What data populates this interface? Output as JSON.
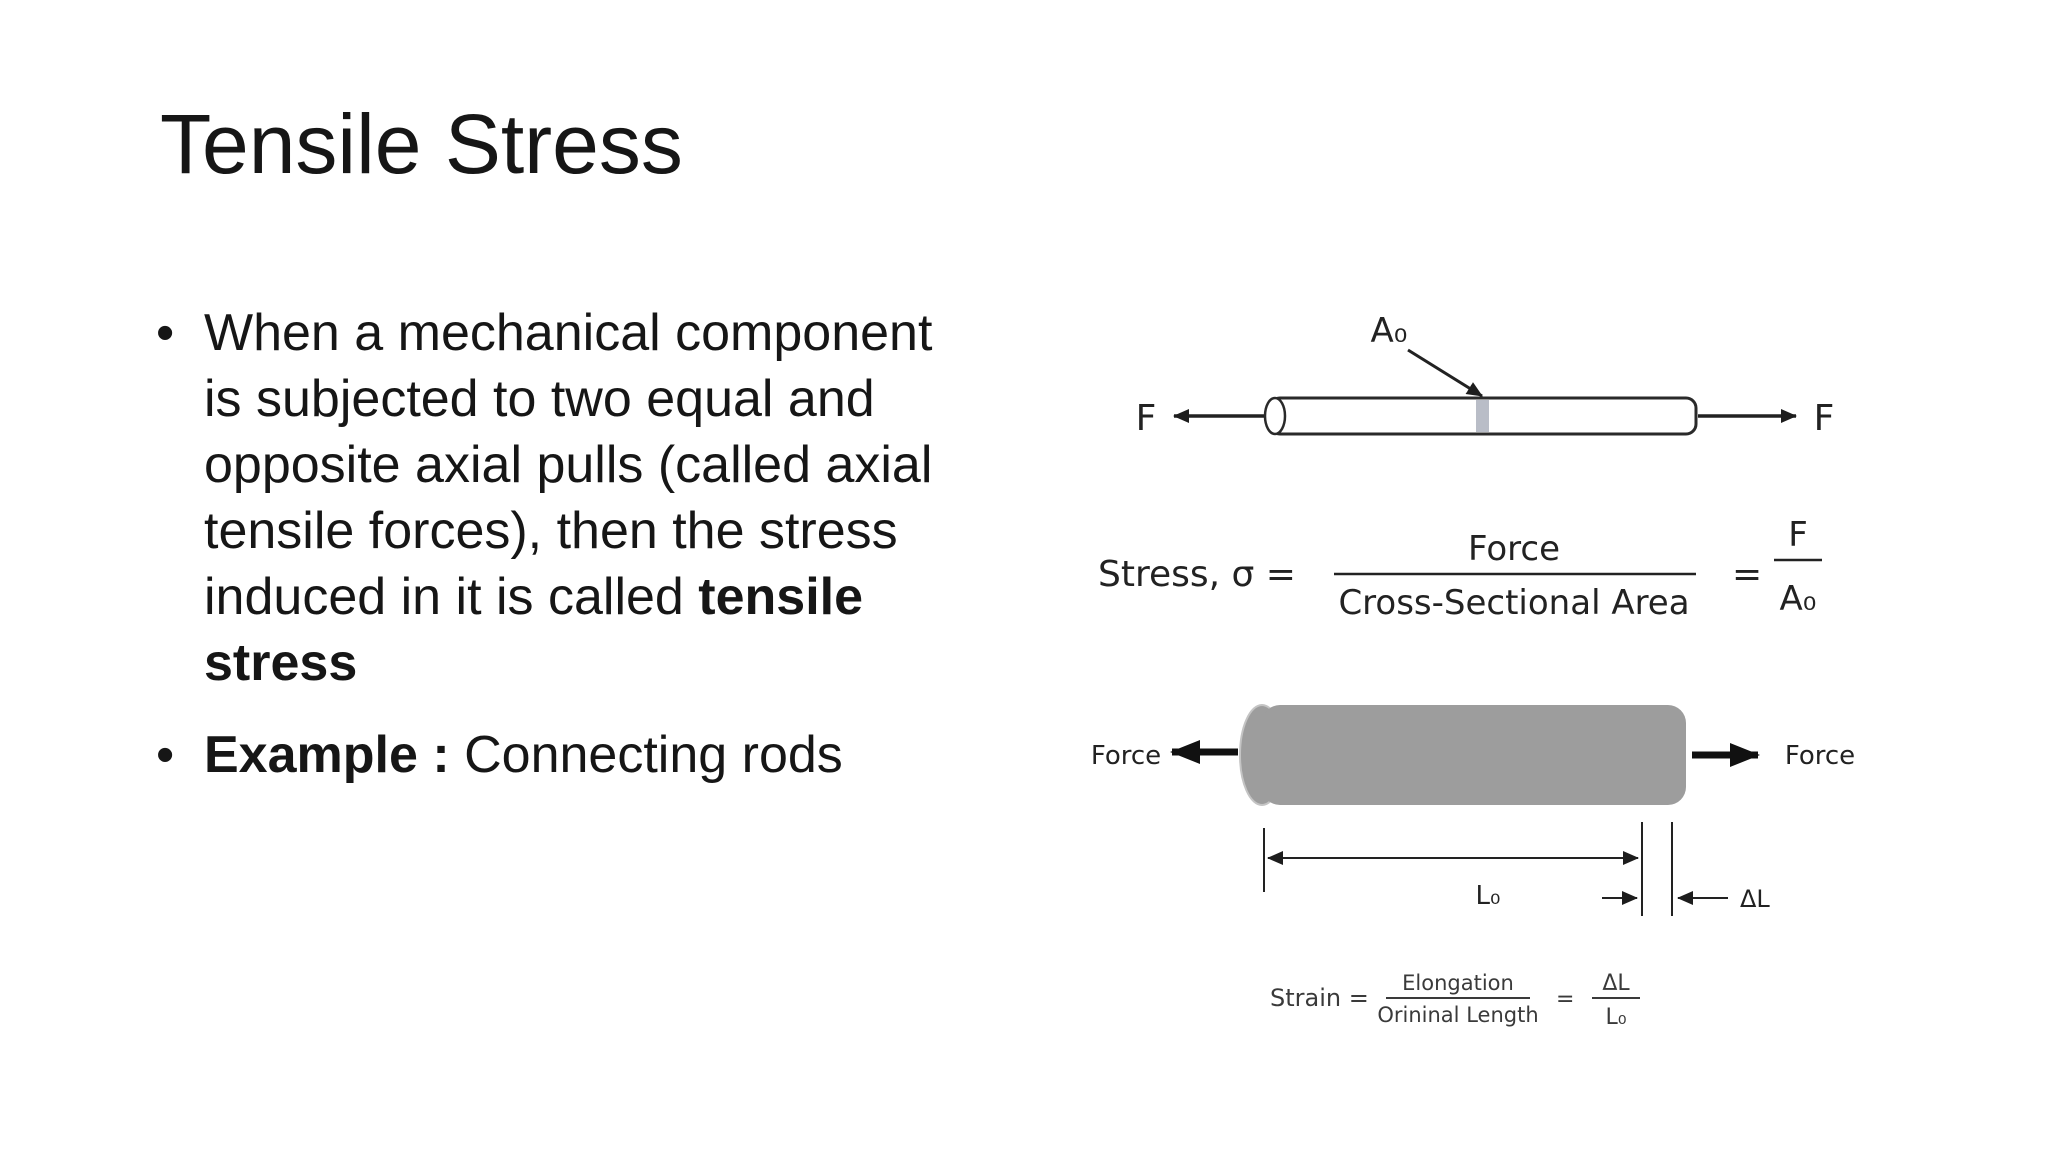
{
  "slide": {
    "title": "Tensile Stress",
    "bullet_char": "•",
    "bullets": [
      {
        "text_before": "When a mechanical component is subjected to two equal and opposite axial pulls (called axial tensile forces), then the stress induced in it is called ",
        "text_bold": "tensile stress",
        "text_after": ""
      },
      {
        "text_before": "",
        "text_bold": "Example : ",
        "text_after": "Connecting rods"
      }
    ]
  },
  "diagram": {
    "rod_figure": {
      "area_label": "A₀",
      "force_left": "F",
      "force_right": "F"
    },
    "stress_formula": {
      "lhs": "Stress, σ =",
      "numerator": "Force",
      "denominator": "Cross-Sectional Area",
      "equals": "=",
      "result_numerator": "F",
      "result_denominator": "A₀"
    },
    "bar_figure": {
      "force_left": "Force",
      "force_right": "Force",
      "length_label": "L₀",
      "elongation_label": "ΔL"
    },
    "strain_formula": {
      "lhs": "Strain =",
      "numerator": "Elongation",
      "denominator": "Orininal Length",
      "equals": "=",
      "result_numerator": "ΔL",
      "result_denominator": "L₀"
    }
  }
}
